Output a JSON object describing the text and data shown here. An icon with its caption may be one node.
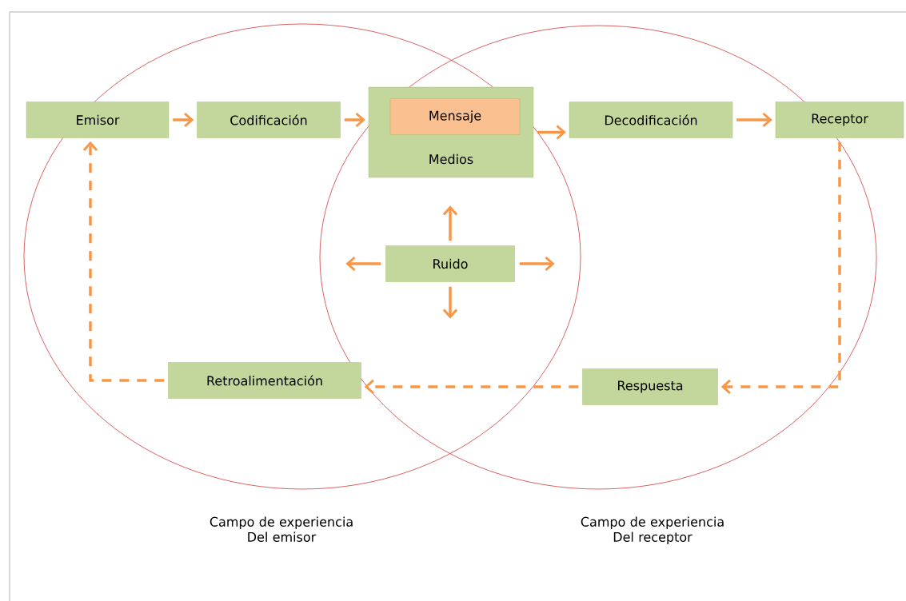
{
  "diagram": {
    "nodes": [
      {
        "text": [
          "Emisor"
        ]
      },
      {
        "text": [
          "Codificación"
        ]
      },
      {
        "text": [
          "Medios"
        ]
      },
      {
        "text": [
          "Mensaje"
        ],
        "in": 2
      },
      {
        "text": [
          "Decodificación"
        ]
      },
      {
        "text": [
          "Receptor"
        ]
      },
      {
        "text": [
          "Ruido"
        ]
      },
      {
        "text": [
          "Retroalimentación"
        ]
      },
      {
        "text": [
          "Respuesta"
        ]
      }
    ],
    "labels": [
      "Campo de experiencia Del emisor",
      "Campo de experiencia Del receptor"
    ],
    "edges": [
      {
        "from": 0,
        "to": 1,
        "arrow": "to"
      },
      {
        "from": 1,
        "to": 2,
        "arrow": "to"
      },
      {
        "from": 2,
        "to": 4,
        "arrow": "to"
      },
      {
        "from": 4,
        "to": 5,
        "arrow": "to"
      },
      {
        "from": 6,
        "to": null,
        "arrow": "to"
      },
      {
        "from": 6,
        "to": null,
        "arrow": "to"
      },
      {
        "from": 6,
        "to": null,
        "arrow": "to"
      },
      {
        "from": 6,
        "to": null,
        "arrow": "to"
      },
      {
        "from": 5,
        "to": 8,
        "arrow": "to",
        "style": "dashed"
      },
      {
        "from": 8,
        "to": 7,
        "arrow": "to",
        "style": "dashed"
      },
      {
        "from": 7,
        "to": 0,
        "arrow": "to",
        "style": "dashed"
      }
    ]
  }
}
